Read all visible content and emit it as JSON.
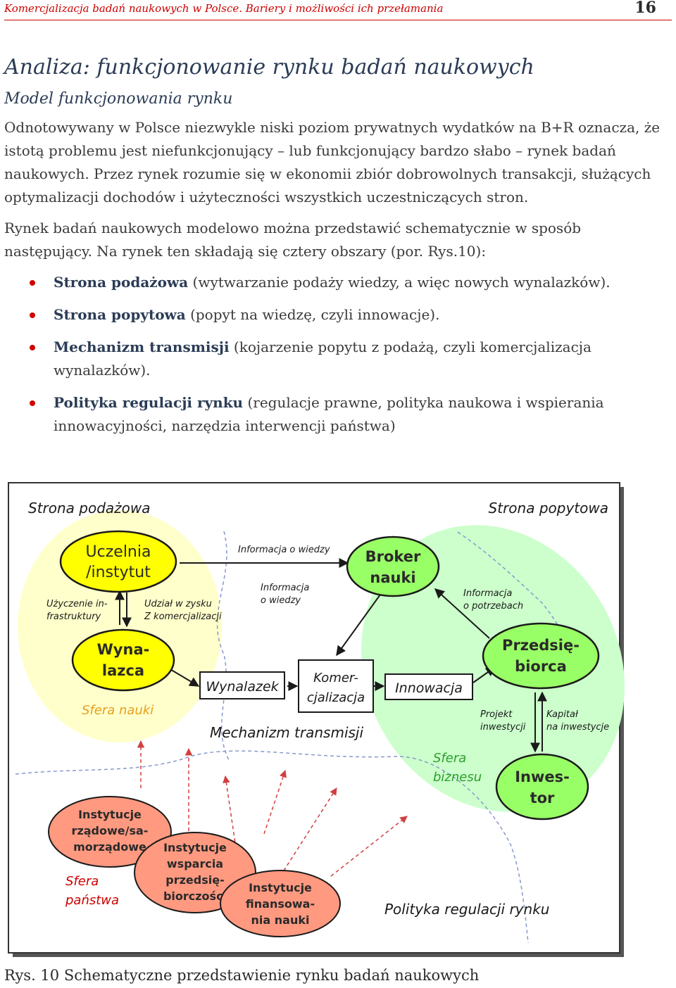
{
  "header": {
    "running_title": "Komercjalizacja badań naukowych w Polsce. Bariery i możliwości ich przełamania",
    "page_number": "16"
  },
  "heading": "Analiza: funkcjonowanie rynku badań naukowych",
  "subheading": "Model funkcjonowania rynku",
  "paragraph1": "Odnotowywany w Polsce niezwykle niski poziom prywatnych wydatków na B+R oznacza, że istotą problemu jest niefunkcjonujący – lub funkcjonujący bardzo słabo – rynek badań naukowych. Przez rynek rozumie się w ekonomii zbiór dobrowolnych transakcji, służących optymalizacji dochodów i użyteczności wszystkich uczestniczących stron.",
  "paragraph2": "Rynek badań naukowych modelowo można przedstawić schematycznie w sposób następujący. Na rynek ten składają się cztery obszary (por. Rys.10):",
  "bullets": [
    {
      "term": "Strona podażowa",
      "desc": " (wytwarzanie podaży wiedzy, a więc nowych wynalazków)."
    },
    {
      "term": "Strona popytowa",
      "desc": " (popyt na wiedzę, czyli innowacje)."
    },
    {
      "term": "Mechanizm transmisji",
      "desc": " (kojarzenie popytu z podażą, czyli komercjalizacja wynalazków)."
    },
    {
      "term": "Polityka regulacji rynku",
      "desc": " (regulacje prawne, polityka naukowa i wspierania innowacyjności, narzędzia interwencji państwa)"
    }
  ],
  "diagram": {
    "supply_side": "Strona podażowa",
    "demand_side": "Strona popytowa",
    "uczelnia": [
      "Uczelnia",
      "/instytut"
    ],
    "wynalazca": [
      "Wyna-",
      "lazca"
    ],
    "broker": [
      "Broker",
      "nauki"
    ],
    "przedsiebiorca": [
      "Przedsię-",
      "biorca"
    ],
    "inwestor": [
      "Inwes-",
      "tor"
    ],
    "wynalazek": "Wynalazek",
    "komercjalizacja": [
      "Komer-",
      "cjalizacja"
    ],
    "innowacja": "Innowacja",
    "mechanizm": "Mechanizm transmisji",
    "polityka": "Polityka regulacji rynku",
    "sfera_nauki": "Sfera nauki",
    "sfera_biznesu": [
      "Sfera",
      "biznesu"
    ],
    "sfera_panstwa": [
      "Sfera",
      "państwa"
    ],
    "uzycie": [
      "Użyczenie in-",
      "frastruktury"
    ],
    "udzial": [
      "Udział w zysku",
      "Z komercjalizacji"
    ],
    "info_wiedzy_top": "Informacja o wiedzy",
    "info_wiedzy_mid": [
      "Informacja",
      "o wiedzy"
    ],
    "info_potrzebach": [
      "Informacja",
      "o potrzebach"
    ],
    "projekt": [
      "Projekt",
      "inwestycji"
    ],
    "kapital": [
      "Kapitał",
      "na inwestycje"
    ],
    "inst_rzadowe": [
      "Instytucje",
      "rządowe/sa-",
      "morządowe"
    ],
    "inst_wsparcia": [
      "Instytucje",
      "wsparcia",
      "przedsię-",
      "biorczości"
    ],
    "inst_finansowania": [
      "Instytucje",
      "finansowa-",
      "nia nauki"
    ],
    "colors": {
      "yellow": "#ffff00",
      "light_yellow": "#ffffcc",
      "green": "#99ff66",
      "light_green": "#ccffcc",
      "salmon": "#ff9980",
      "frame": "#333333",
      "sphere_text": "#e6a020",
      "sphere_green": "#2e9e2e",
      "sphere_red": "#cc0000"
    }
  },
  "caption": "Rys. 10 Schematyczne przedstawienie rynku badań naukowych"
}
